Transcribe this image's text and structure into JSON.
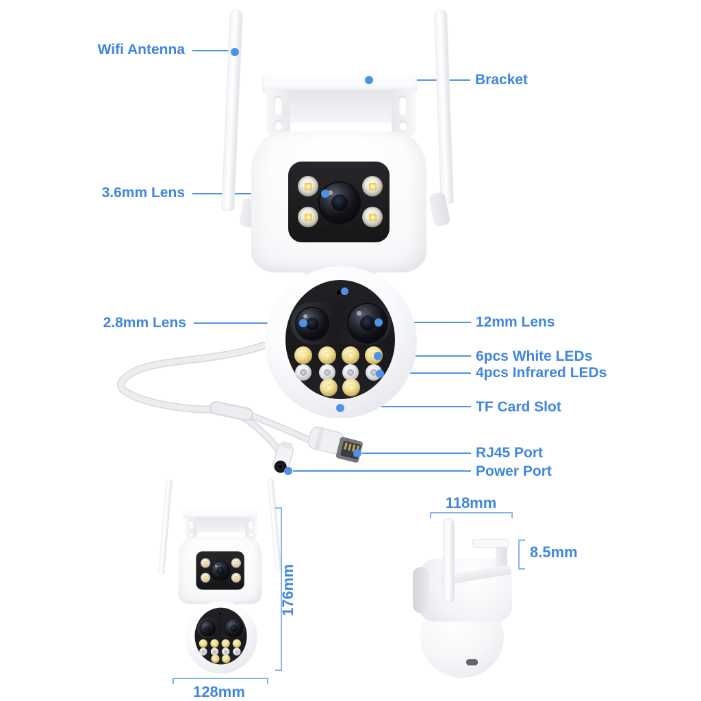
{
  "annotations": {
    "wifi_antenna": "Wifi Antenna",
    "bracket": "Bracket",
    "lens_36": "3.6mm Lens",
    "lens_28": "2.8mm Lens",
    "lens_12": "12mm Lens",
    "white_leds": "6pcs White LEDs",
    "ir_leds": "4pcs Infrared LEDs",
    "tf_card": "TF Card Slot",
    "rj45": "RJ45 Port",
    "power": "Power Port"
  },
  "dimensions": {
    "bracket_width": "118mm",
    "hook_depth": "8.5mm",
    "body_height": "176mm",
    "body_width": "128mm"
  },
  "colors": {
    "label_blue": "#3e86de",
    "leader_blue": "#4d92e4",
    "dimension_blue": "#85b4ec",
    "led_warm": "#f3d669",
    "led_ir": "#b6b7bf"
  }
}
